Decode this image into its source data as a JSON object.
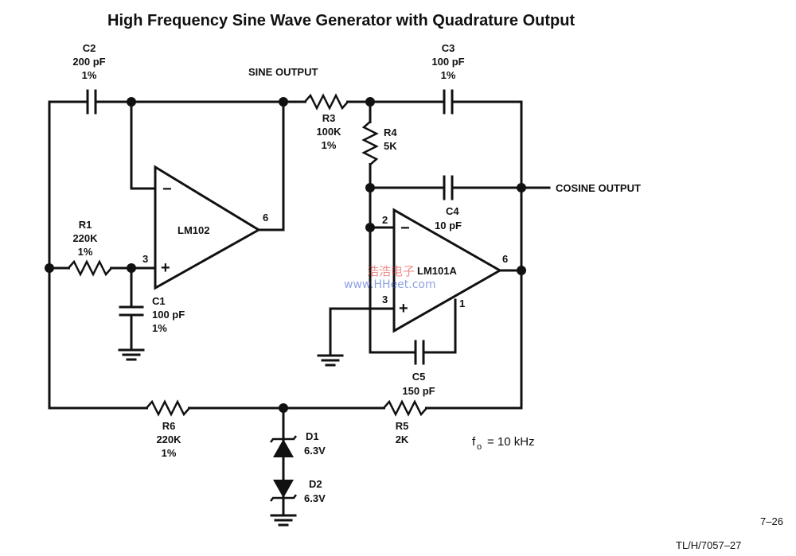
{
  "title": "High Frequency Sine Wave Generator with Quadrature Output",
  "outputs": {
    "sine": "SINE OUTPUT",
    "cosine": "COSINE OUTPUT"
  },
  "components": {
    "c2": [
      "C2",
      "200 pF",
      "1%"
    ],
    "c3": [
      "C3",
      "100 pF",
      "1%"
    ],
    "r3": [
      "R3",
      "100K",
      "1%"
    ],
    "r4": [
      "R4",
      "5K"
    ],
    "c4": [
      "C4",
      "10 pF"
    ],
    "r1": [
      "R1",
      "220K",
      "1%"
    ],
    "c1": [
      "C1",
      "100 pF",
      "1%"
    ],
    "c5": [
      "C5",
      "150 pF"
    ],
    "r6": [
      "R6",
      "220K",
      "1%"
    ],
    "r5": [
      "R5",
      "2K"
    ],
    "d1": [
      "D1",
      "6.3V"
    ],
    "d2": [
      "D2",
      "6.3V"
    ]
  },
  "opamps": {
    "lm102": {
      "name": "LM102",
      "pins": [
        "6",
        "3"
      ],
      "minus": "−",
      "plus": "+"
    },
    "lm101a": {
      "name": "LM101A",
      "pins": [
        "2",
        "3",
        "6",
        "1"
      ],
      "minus": "−",
      "plus": "+"
    }
  },
  "frequency": {
    "symbol": "f",
    "sub": "o",
    "value": "=  10 kHz"
  },
  "footer": {
    "page": "7–26",
    "ref": "TL/H/7057–27"
  },
  "watermark": {
    "line1": "浩浩电子",
    "line2": "www.HHeet.com"
  }
}
